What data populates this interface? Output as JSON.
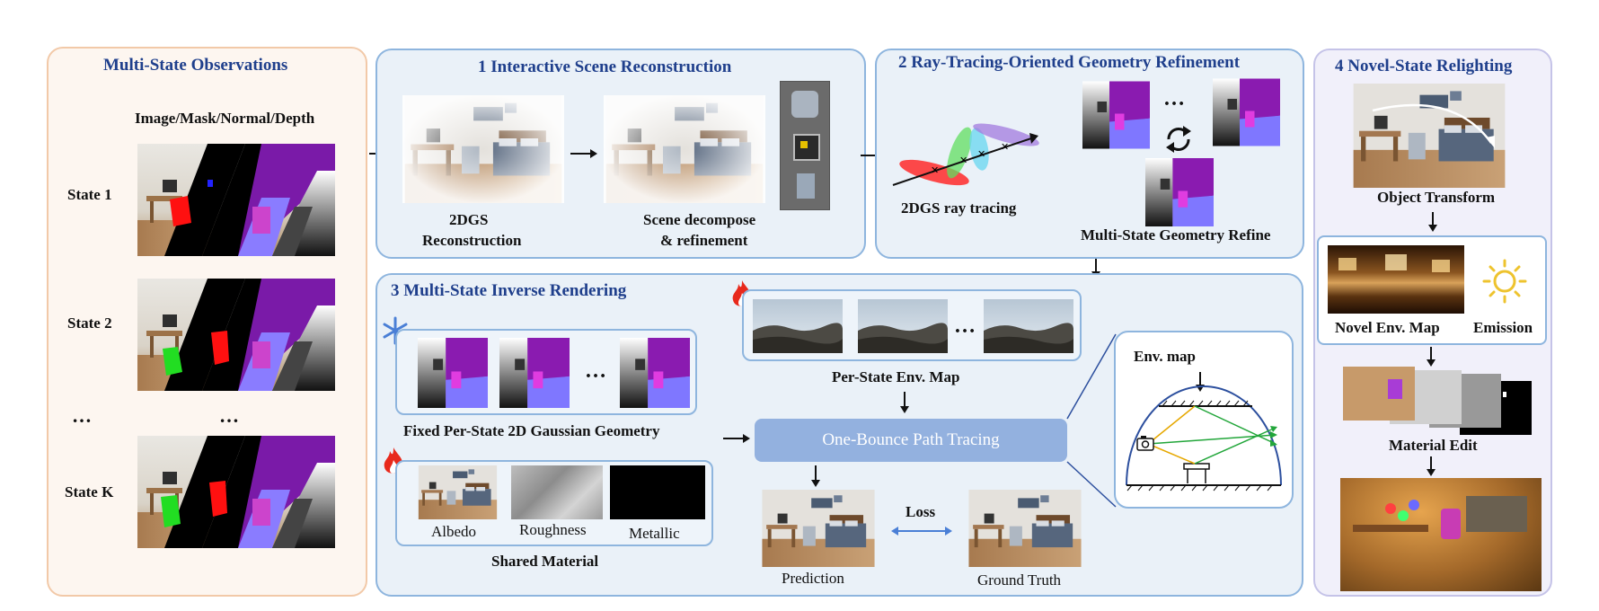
{
  "colors": {
    "title": "#1f3f8c",
    "panel_left_border": "#f2c9a8",
    "panel_left_bg": "#fdf6f0",
    "panel_blue_border": "#8eb5de",
    "panel_blue_bg": "#eaf1f8",
    "panel_right_border": "#c5c3e8",
    "panel_right_bg": "#f1f0fa",
    "path_tracing_fill": "#93b1df",
    "mask_red": "#ff1010",
    "mask_green": "#22dd22",
    "normal_purple": "#7a1aa8",
    "normal_violet": "#8a7cff",
    "fire": "#e8291c",
    "snow": "#4a7fd6"
  },
  "obs": {
    "title": "Multi-State Observations",
    "header": "Image/Mask/Normal/Depth",
    "states": [
      "State 1",
      "State 2",
      "State K"
    ],
    "dots_left": "…",
    "dots_mid": "…"
  },
  "p1": {
    "title": "1 Interactive Scene Reconstruction",
    "recon_l1": "2DGS",
    "recon_l2": "Reconstruction",
    "decomp_l1": "Scene decompose",
    "decomp_l2": "& refinement"
  },
  "p2": {
    "title": "2 Ray-Tracing-Oriented Geometry Refinement",
    "raytrace": "2DGS ray tracing",
    "dots": "…",
    "refine": "Multi-State Geometry Refine"
  },
  "p3": {
    "title": "3 Multi-State Inverse Rendering",
    "fixed_geo": "Fixed Per-State 2D Gaussian Geometry",
    "dots_geo": "…",
    "albedo": "Albedo",
    "roughness": "Roughness",
    "metallic": "Metallic",
    "shared": "Shared Material",
    "env_maps": "Per-State Env. Map",
    "dots_env": "…",
    "path_tracing": "One-Bounce Path Tracing",
    "env_map": "Env. map",
    "prediction": "Prediction",
    "loss": "Loss",
    "gt": "Ground Truth"
  },
  "p4": {
    "title": "4 Novel-State Relighting",
    "transform": "Object Transform",
    "novel_env": "Novel Env. Map",
    "emission": "Emission",
    "material_edit": "Material Edit"
  },
  "icons": [
    "fire-icon",
    "snowflake-icon",
    "camera-icon",
    "sun-icon",
    "refresh-cycle-icon"
  ]
}
